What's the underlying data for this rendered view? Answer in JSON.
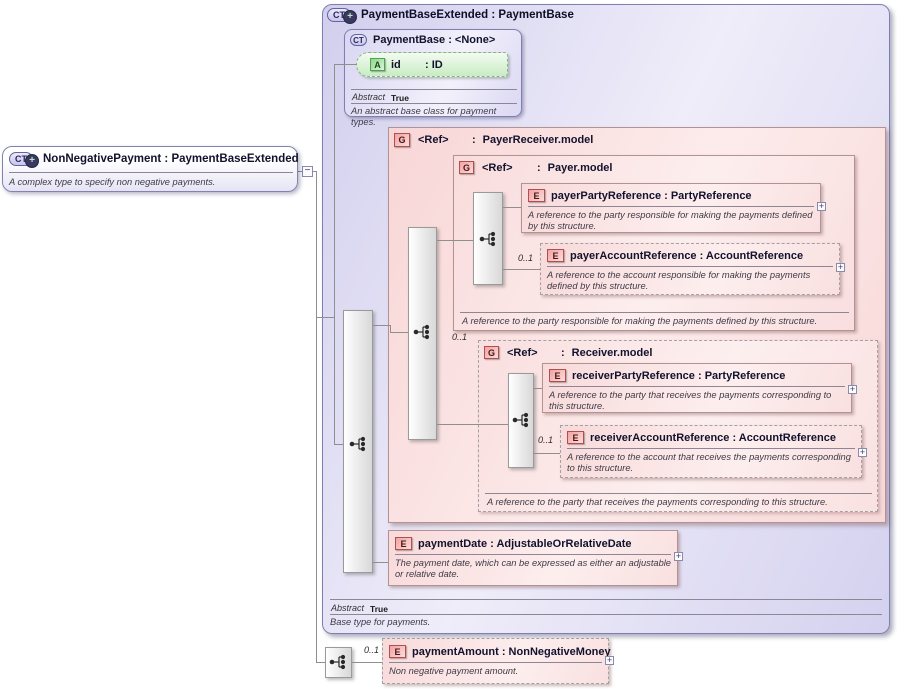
{
  "icons": {
    "ct": "CT",
    "group": "G",
    "element": "E",
    "attribute": "A",
    "plus": "+",
    "minus": "−"
  },
  "colors": {
    "lavender_border": "#7e7eb0",
    "pink_border": "#b29292",
    "badge_red": "#b14f4f",
    "badge_green": "#52a052",
    "line": "#8f8f8f"
  },
  "left_box": {
    "title": "NonNegativePayment : PaymentBaseExtended",
    "description": "A complex type to specify non negative payments."
  },
  "main_box": {
    "title": "PaymentBaseExtended : PaymentBase",
    "abstract_label": "Abstract",
    "abstract_value": "True",
    "description": "Base type for payments."
  },
  "payment_base": {
    "title": "PaymentBase : <None>",
    "attribute_name": "id",
    "attribute_type": ": ID",
    "abstract_label": "Abstract",
    "abstract_value": "True",
    "description": "An abstract base class for payment types."
  },
  "payer_receiver_group": {
    "name": "<Ref>",
    "colon": ":",
    "type": "PayerReceiver.model"
  },
  "payer_group": {
    "name": "<Ref>",
    "colon": ":",
    "type": "Payer.model",
    "footer": "A reference to the party responsible for making the payments defined by this structure."
  },
  "payer_party_reference": {
    "title": "payerPartyReference : PartyReference",
    "description": "A reference to the party responsible for making the payments defined by this structure."
  },
  "payer_account_reference": {
    "cardinality": "0..1",
    "title": "payerAccountReference : AccountReference",
    "description": "A reference to the account responsible for making the payments defined by this structure."
  },
  "receiver_group": {
    "cardinality": "0..1",
    "name": "<Ref>",
    "colon": ":",
    "type": "Receiver.model",
    "footer": "A reference to the party that receives the payments corresponding to this structure."
  },
  "receiver_party_reference": {
    "title": "receiverPartyReference : PartyReference",
    "description": "A reference to the party that receives the payments corresponding to this structure."
  },
  "receiver_account_reference": {
    "cardinality": "0..1",
    "title": "receiverAccountReference : AccountReference",
    "description": "A reference to the account that receives the payments corresponding to this structure."
  },
  "payment_date": {
    "title": "paymentDate : AdjustableOrRelativeDate",
    "description": "The payment date, which can be expressed as either an adjustable or relative date."
  },
  "payment_amount": {
    "cardinality": "0..1",
    "title": "paymentAmount : NonNegativeMoney",
    "description": "Non negative payment amount."
  }
}
